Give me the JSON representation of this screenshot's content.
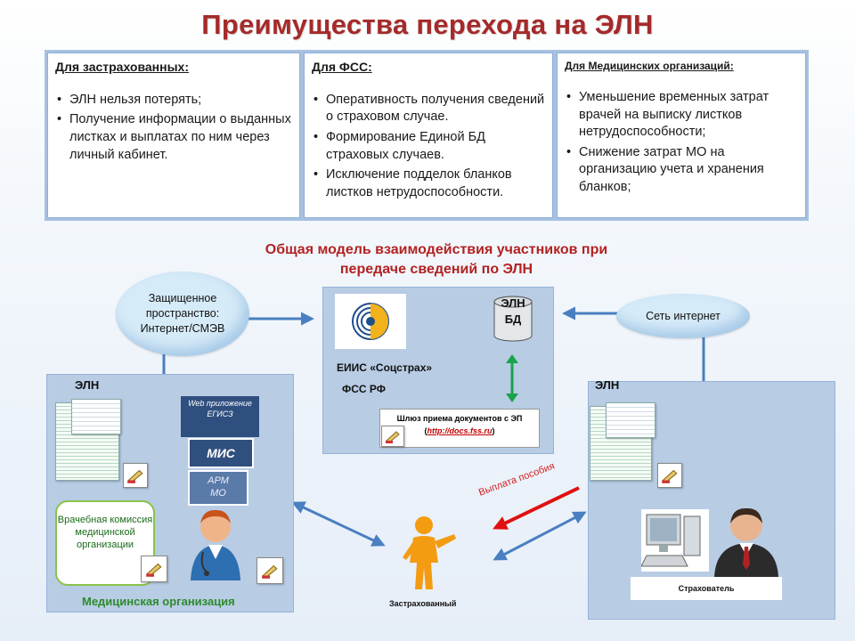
{
  "title": "Преимущества перехода на ЭЛН",
  "benefits": {
    "insured": {
      "heading": "Для застрахованных:",
      "items": [
        "ЭЛН нельзя потерять;",
        "Получение информации о выданных листках и  выплатах по ним через личный кабинет."
      ]
    },
    "fss": {
      "heading": "Для ФСС:",
      "items": [
        "Оперативность получения сведений о страховом случае.",
        "Формирование Единой БД страховых случаев.",
        "Исключение подделок бланков листков нетрудоспособности."
      ]
    },
    "medorg": {
      "heading": "Для Медицинских организаций:",
      "items": [
        "Уменьшение временных затрат врачей на выписку листков нетрудоспособности;",
        "Снижение затрат МО на организацию учета и хранения бланков;"
      ]
    }
  },
  "model_title": {
    "line1": "Общая модель взаимодействия участников при",
    "line2": "передаче сведений по ЭЛН"
  },
  "clouds": {
    "left": "Защищенное пространство: Интернет/СМЭВ",
    "right": "Сеть интернет"
  },
  "center": {
    "db_line1": "ЭЛН",
    "db_line2": "БД",
    "eis": "ЕИИС «Соцстрах»",
    "fss": "ФСС РФ",
    "gate_line1": "Шлюз приема документов с ЭП",
    "gate_url": "http://docs.fss.ru",
    "gate_open": "(",
    "gate_close": ")"
  },
  "left_panel": {
    "eln": "ЭЛН",
    "web": "Web приложение ЕГИСЗ",
    "mis": "МИС",
    "arm_line1": "АРМ",
    "arm_line2": "МО",
    "commission": "Врачебная комиссия медицинской организации",
    "org": "Медицинская организация"
  },
  "right_panel": {
    "eln": "ЭЛН",
    "employer": "Страхователь"
  },
  "insured": "Застрахованный",
  "benefit_payment": "Выплата пособия",
  "colors": {
    "title": "#a52a2a",
    "arrows": "#4a7fc1",
    "green_arrow": "#1aa34a",
    "red_arrow": "#e01010"
  }
}
